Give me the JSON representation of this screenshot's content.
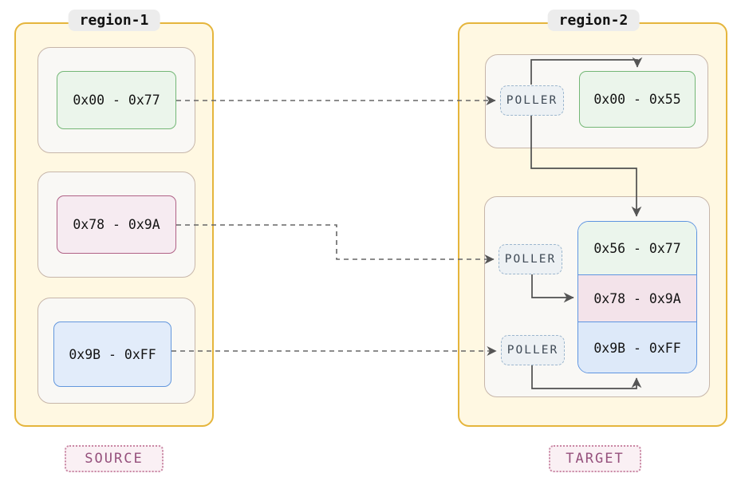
{
  "source": {
    "label": "region-1",
    "badge": "SOURCE",
    "blocks": [
      {
        "range": "0x00 - 0x77",
        "color": "green"
      },
      {
        "range": "0x78 - 0x9A",
        "color": "pink"
      },
      {
        "range": "0x9B - 0xFF",
        "color": "blue"
      }
    ]
  },
  "target": {
    "label": "region-2",
    "badge": "TARGET",
    "pollers": [
      "POLLER",
      "POLLER",
      "POLLER"
    ],
    "top_block": {
      "range": "0x00 - 0x55",
      "color": "green"
    },
    "stack": [
      {
        "range": "0x56 - 0x77",
        "color": "green"
      },
      {
        "range": "0x78 - 0x9A",
        "color": "pink"
      },
      {
        "range": "0x9B - 0xFF",
        "color": "blue"
      }
    ]
  },
  "colors": {
    "region_fill": "#FFF8E2",
    "region_border": "#E5B53C",
    "group_fill": "#F9F8F5",
    "group_border": "#C7B6AA",
    "green_fill": "#EBF5EB",
    "green_border": "#74B776",
    "pink_fill": "#F6EBF1",
    "pink_border": "#B06286",
    "blue_fill": "#E2ECFA",
    "blue_border": "#6397DD",
    "stack_border": "#5E94E0",
    "poller_fill": "#EDF1F4",
    "poller_border": "#9DB7CE",
    "badge_fill": "#FAF0F4",
    "badge_border": "#C987A4",
    "badge_text": "#95507C",
    "label_pill": "#ECECEC",
    "solid_arrow": "#4F4F4F",
    "dashed_arrow": "#666666"
  }
}
